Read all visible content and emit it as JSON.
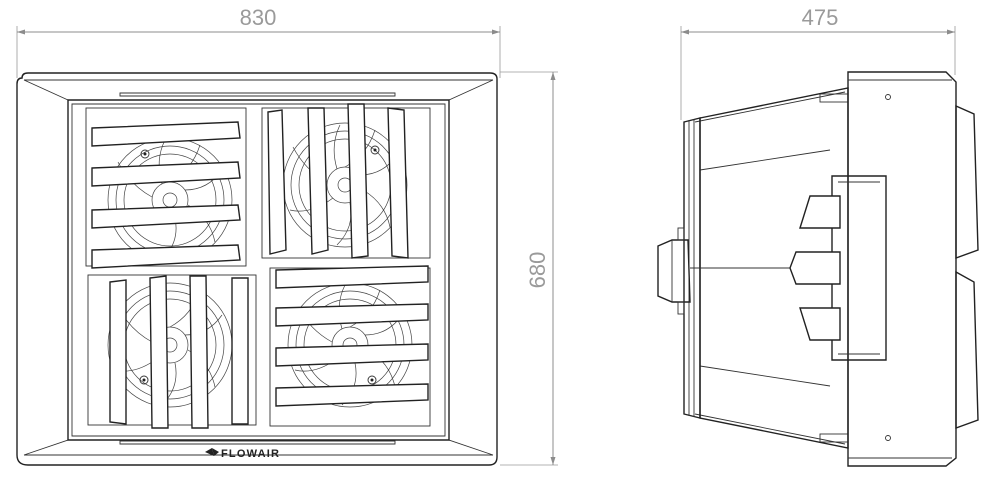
{
  "dimensions": {
    "front_width": "830",
    "front_height": "680",
    "side_depth": "475"
  },
  "brand": {
    "name": "FLOWAIR"
  },
  "colors": {
    "line": "#222222",
    "dimension": "#9a9a9a",
    "background": "#ffffff"
  }
}
